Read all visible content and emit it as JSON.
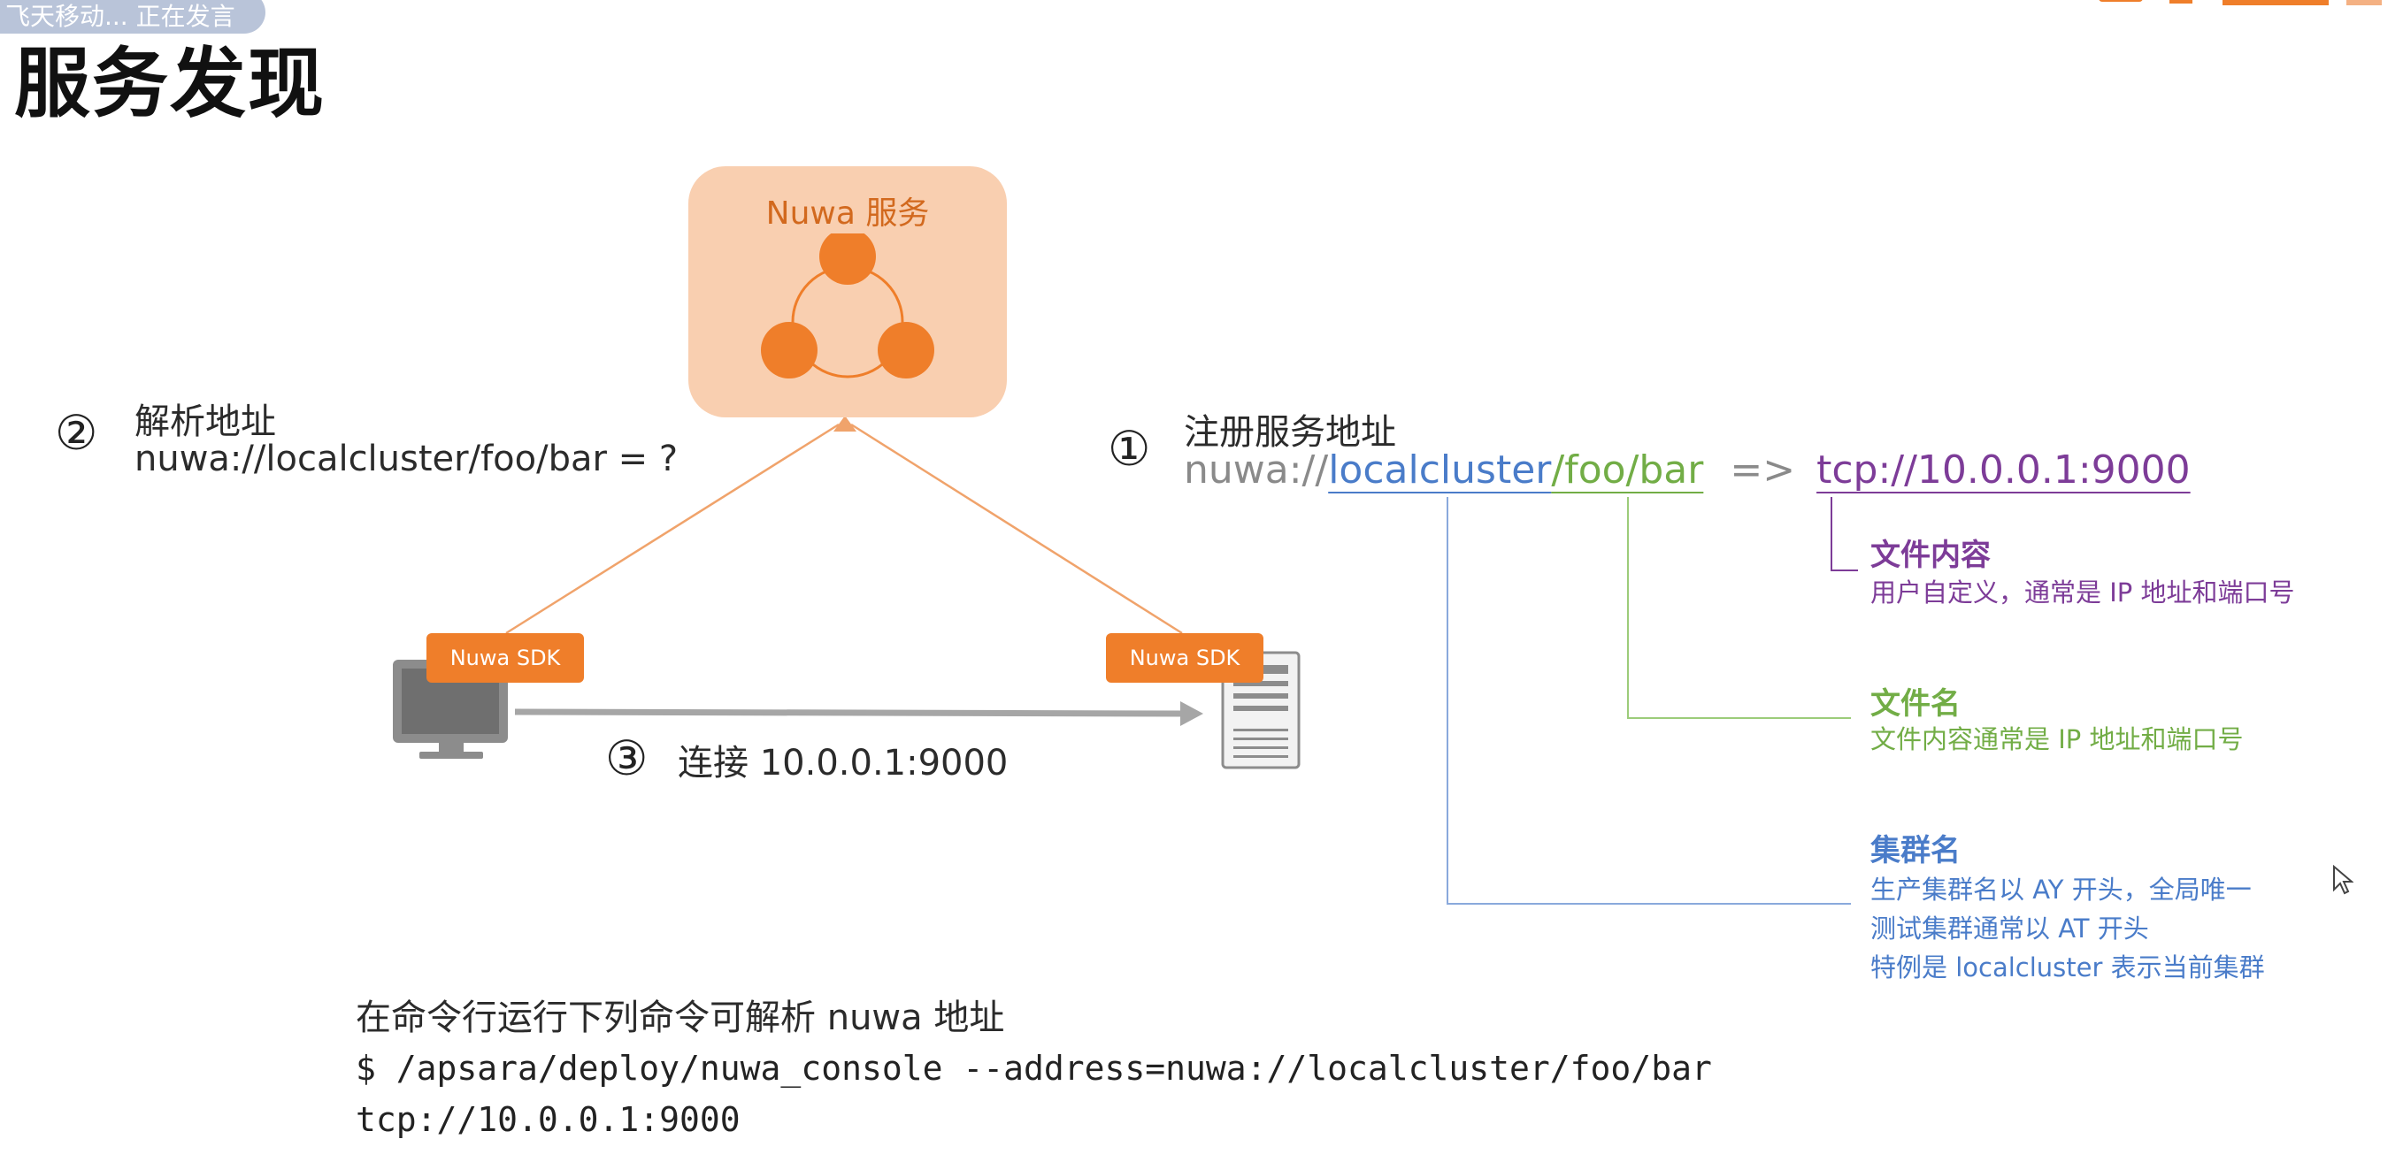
{
  "overlay": {
    "speaker_status": "飞天移动... 正在发言"
  },
  "slide": {
    "title": "服务发现"
  },
  "nuwa": {
    "service_label": "Nuwa 服务"
  },
  "sdk": {
    "left_label": "Nuwa SDK",
    "right_label": "Nuwa SDK"
  },
  "steps": {
    "resolve": {
      "num": "②",
      "title": "解析地址",
      "query": "nuwa://localcluster/foo/bar = ?"
    },
    "register": {
      "num": "①",
      "title": "注册服务地址",
      "prefix": "nuwa://",
      "cluster": "localcluster",
      "file": "/foo/bar",
      "arrow": "=>",
      "target": "tcp://10.0.0.1:9000"
    },
    "connect": {
      "num": "③",
      "label": "连接 10.0.0.1:9000"
    }
  },
  "annotations": {
    "file_content": {
      "title": "文件内容",
      "desc": "用户自定义，通常是 IP 地址和端口号"
    },
    "file_name": {
      "title": "文件名",
      "desc": "文件内容通常是 IP 地址和端口号"
    },
    "cluster_name": {
      "title": "集群名",
      "lines": [
        "生产集群名以 AY 开头，全局唯一",
        "测试集群通常以 AT 开头",
        "特例是 localcluster 表示当前集群"
      ]
    }
  },
  "command": {
    "intro": "在命令行运行下列命令可解析 nuwa 地址",
    "line1": "$ /apsara/deploy/nuwa_console --address=nuwa://localcluster/foo/bar",
    "line2": "tcp://10.0.0.1:9000"
  },
  "colors": {
    "accent_orange": "#ef7e2a",
    "nuwa_bg": "#f9cfb0",
    "cluster_blue": "#4a7cc9",
    "file_green": "#72ad46",
    "content_purple": "#7d3c98"
  }
}
